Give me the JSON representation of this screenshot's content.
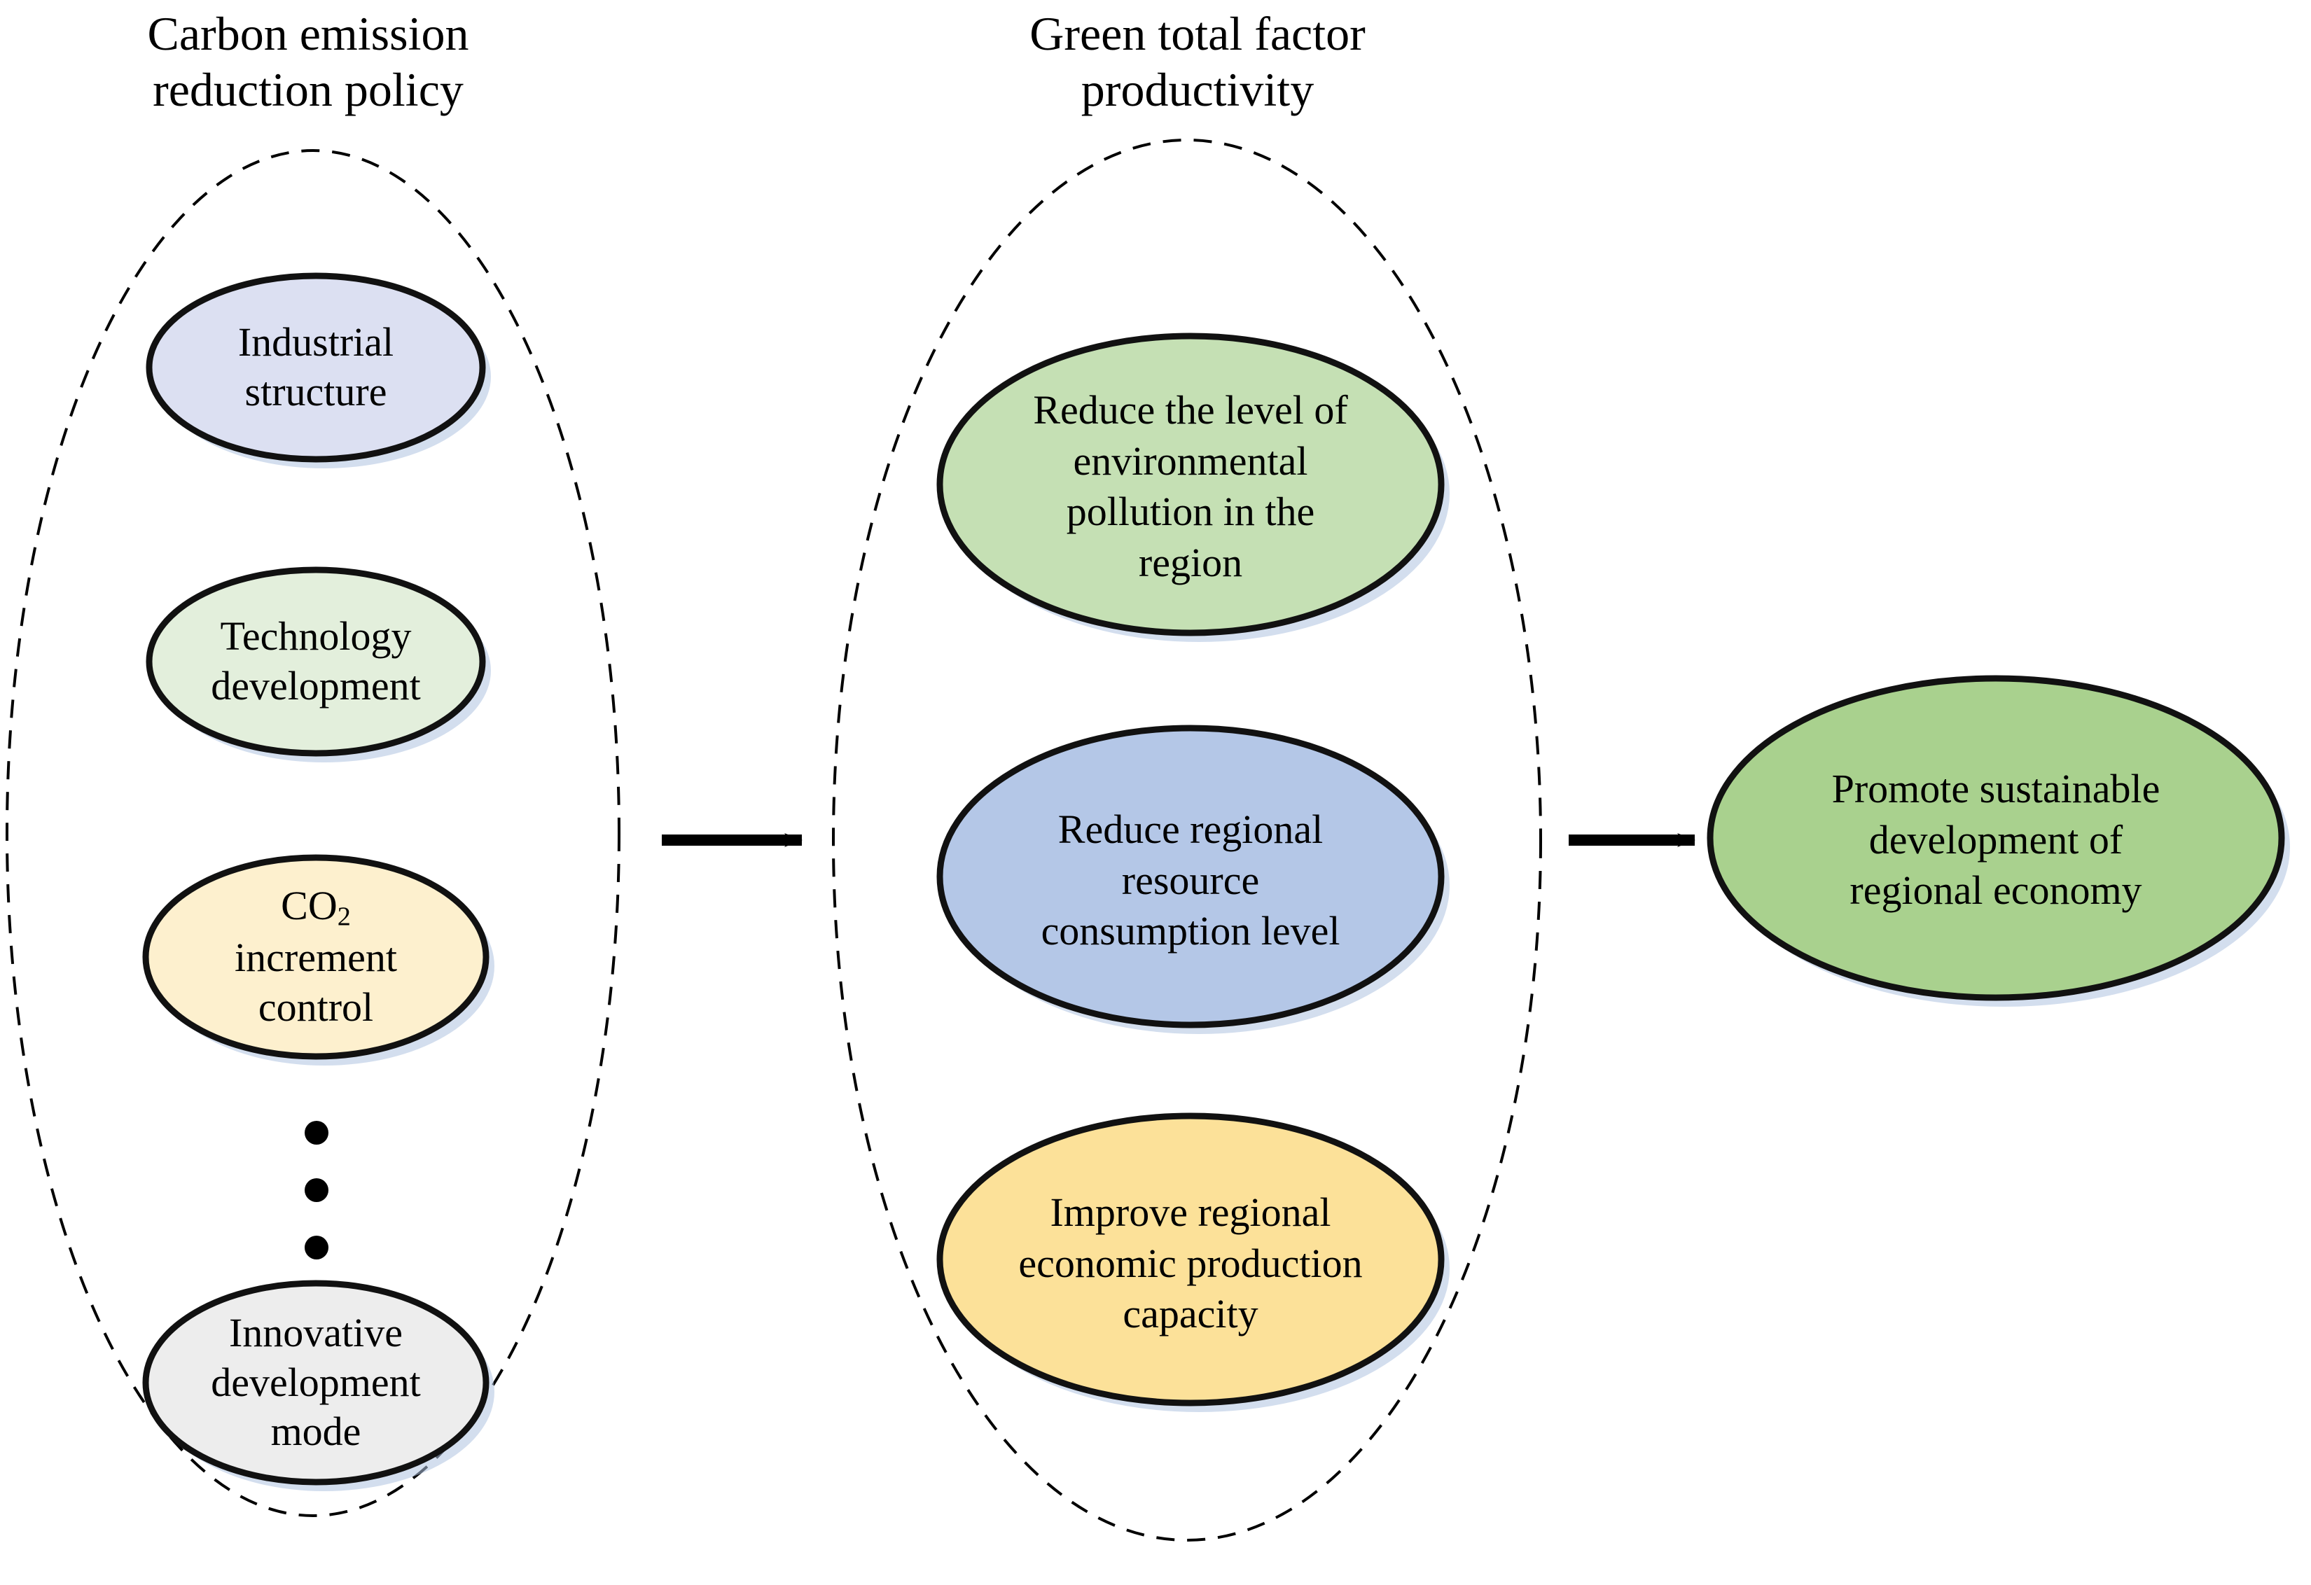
{
  "diagram": {
    "type": "flow-diagram",
    "background_color": "#FFFFFF",
    "outline_color": "#000000",
    "shadow_color": "#AFC3E0",
    "columns": [
      {
        "id": "carbon-emission-reduction-policy",
        "title": "Carbon emission\nreduction policy",
        "grouping": "dashed-ellipse",
        "nodes": [
          {
            "id": "industrial-structure",
            "label": "Industrial\nstructure",
            "fill": "#DCE0F2"
          },
          {
            "id": "technology-development",
            "label": "Technology\ndevelopment",
            "fill": "#E3EFDC"
          },
          {
            "id": "co2-increment-control",
            "label": "CO2\nincrement\ncontrol",
            "label_html": "CO<sub>2</sub><br>increment<br>control",
            "fill": "#FDF0CE"
          },
          {
            "id": "ellipsis-vertical",
            "label": "⋮",
            "fill": "none"
          },
          {
            "id": "innovative-development-mode",
            "label": "Innovative\ndevelopment\nmode",
            "fill": "#EDEDED"
          }
        ]
      },
      {
        "id": "green-total-factor-productivity",
        "title": "Green total factor\nproductivity",
        "grouping": "dashed-ellipse",
        "nodes": [
          {
            "id": "reduce-environmental-pollution",
            "label": "Reduce the level of\nenvironmental\npollution in the\nregion",
            "fill": "#C5E0B4"
          },
          {
            "id": "reduce-resource-consumption",
            "label": "Reduce regional\nresource\nconsumption level",
            "fill": "#B4C7E7"
          },
          {
            "id": "improve-production-capacity",
            "label": "Improve regional\neconomic production\ncapacity",
            "fill": "#FCE199"
          }
        ]
      },
      {
        "id": "outcome",
        "title": "",
        "grouping": "none",
        "nodes": [
          {
            "id": "promote-sustainable-development",
            "label": "Promote sustainable\ndevelopment of\nregional economy",
            "fill": "#A9D18E"
          }
        ]
      }
    ],
    "arrows": [
      {
        "id": "arrow-policy-to-gtfp",
        "from": "carbon-emission-reduction-policy",
        "to": "green-total-factor-productivity",
        "direction": "right"
      },
      {
        "id": "arrow-gtfp-to-outcome",
        "from": "green-total-factor-productivity",
        "to": "outcome",
        "direction": "right"
      }
    ]
  }
}
